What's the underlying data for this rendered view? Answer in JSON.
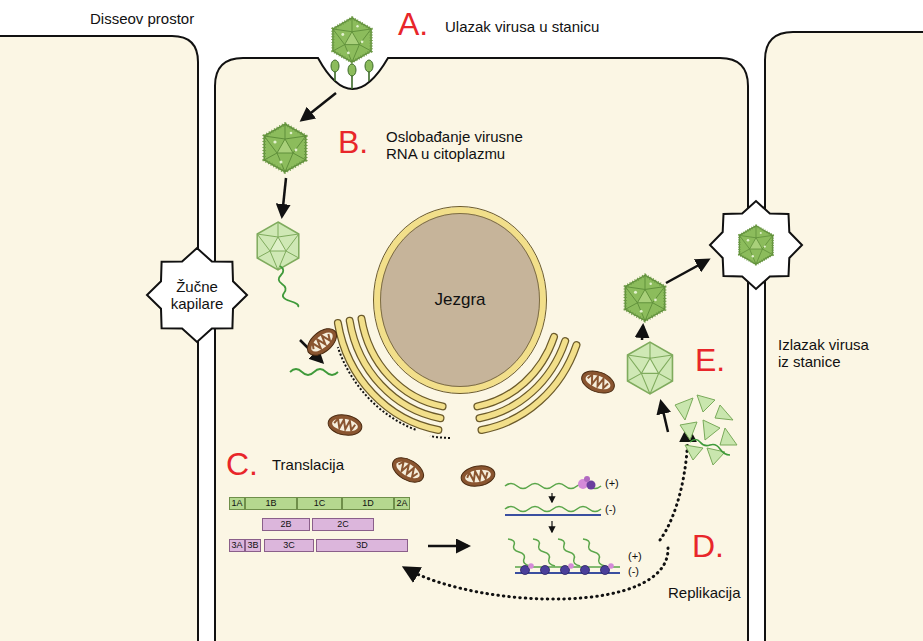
{
  "diagram": {
    "nodes": [
      {
        "text": [
          "Žučne kapilare"
        ]
      },
      {
        "text": [
          "Jezgra"
        ]
      },
      {
        "text": [
          "1A"
        ]
      },
      {
        "text": [
          "1B"
        ]
      },
      {
        "text": [
          "1C"
        ]
      },
      {
        "text": [
          "1D"
        ]
      },
      {
        "text": [
          "2A"
        ]
      },
      {
        "text": [
          "2B"
        ]
      },
      {
        "text": [
          "2C"
        ]
      },
      {
        "text": [
          "3A"
        ]
      },
      {
        "text": [
          "3B"
        ]
      },
      {
        "text": [
          "3C"
        ]
      },
      {
        "text": [
          "3D"
        ]
      }
    ],
    "labels": [
      "Disseov prostor",
      "A.",
      "Ulazak virusa u stanicu",
      "B.",
      "Oslobađanje virusne RNA u citoplazmu",
      "C.",
      "Translacija",
      "(+)",
      "(-)",
      "(+)",
      "(-)",
      "D.",
      "Replikacija",
      "E.",
      "Izlazak virusa iz stanice"
    ]
  }
}
